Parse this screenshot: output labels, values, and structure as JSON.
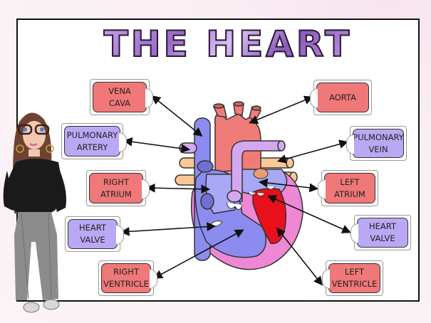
{
  "title": "THE HEART",
  "colors": {
    "label_red": "#f07878",
    "label_purple": "#bba8f4",
    "title_purple": "#b38ad6",
    "deoxygenated_blue": "#8c8cf0",
    "oxygenated_red": "#f07c78",
    "pulmonary_lilac": "#d4a8f0",
    "muscle_pink": "#ee88d4",
    "vessel_tan": "#f8c896",
    "left_ventricle_red": "#e8101a"
  },
  "labels": {
    "left": [
      {
        "id": "vena-cava",
        "text": "VENA\nCAVA",
        "color": "red"
      },
      {
        "id": "pulmonary-artery",
        "text": "PULMONARY\nARTERY",
        "color": "purple"
      },
      {
        "id": "right-atrium",
        "text": "RIGHT\nATRIUM",
        "color": "red"
      },
      {
        "id": "heart-valve-left",
        "text": "HEART\nVALVE",
        "color": "purple"
      },
      {
        "id": "right-ventricle",
        "text": "RIGHT\nVENTRICLE",
        "color": "red"
      }
    ],
    "right": [
      {
        "id": "aorta",
        "text": "AORTA",
        "color": "red"
      },
      {
        "id": "pulmonary-vein",
        "text": "PULMONARY\nVEIN",
        "color": "purple"
      },
      {
        "id": "left-atrium",
        "text": "LEFT\nATRIUM",
        "color": "red"
      },
      {
        "id": "heart-valve-right",
        "text": "HEART\nVALVE",
        "color": "purple"
      },
      {
        "id": "left-ventricle",
        "text": "LEFT\nVENTRICLE",
        "color": "red"
      }
    ]
  },
  "character": {
    "description": "cartoon avatar of a woman with glasses, long brown hair, black top and grey jeans"
  }
}
